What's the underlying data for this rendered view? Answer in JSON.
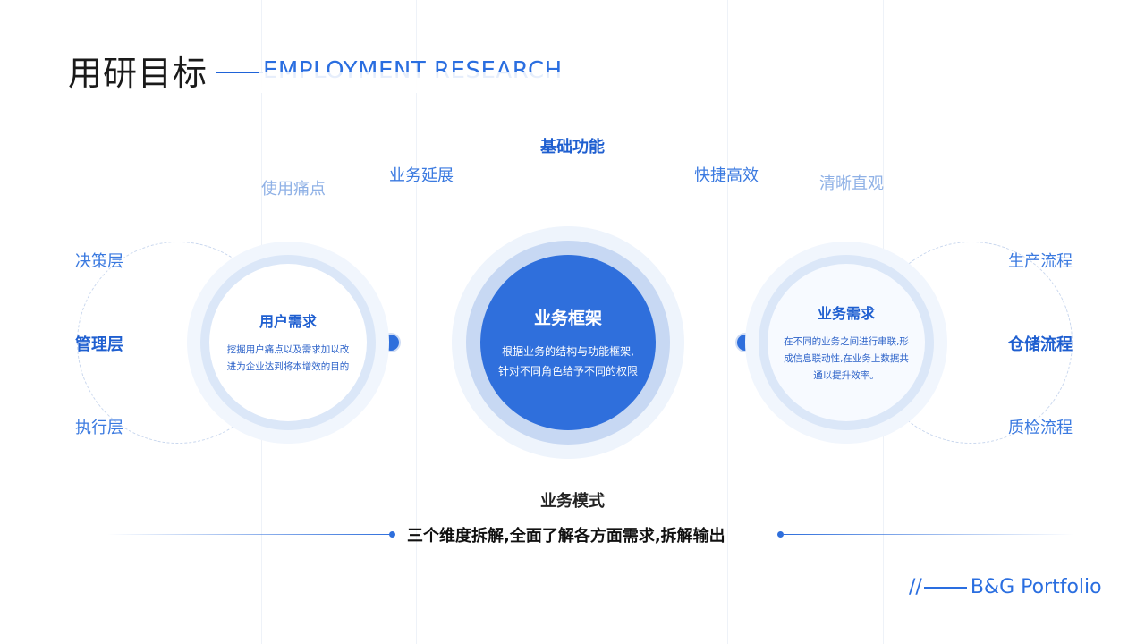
{
  "header": {
    "title_cn": "用研目标",
    "title_en": "EMPLOYMENT RESEARCH"
  },
  "tags_top": {
    "center": "基础功能",
    "left_inner": "业务延展",
    "left_outer": "使用痛点",
    "right_inner": "快捷高效",
    "right_outer": "清晰直观"
  },
  "tags_left": [
    "决策层",
    "管理层",
    "执行层"
  ],
  "tags_right": [
    "生产流程",
    "仓储流程",
    "质检流程"
  ],
  "left_node": {
    "title": "用户需求",
    "desc_line1": "挖掘用户痛点以及需求加以改",
    "desc_line2": "进为企业达到将本增效的目的"
  },
  "center_node": {
    "title": "业务框架",
    "desc_line1": "根据业务的结构与功能框架,",
    "desc_line2": "针对不同角色给予不同的权限"
  },
  "right_node": {
    "title": "业务需求",
    "desc_line1": "在不同的业务之间进行串联,形",
    "desc_line2": "成信息联动性,在业务上数据共",
    "desc_line3": "通以提升效率。"
  },
  "bottom": {
    "title": "业务模式",
    "text": "三个维度拆解,全面了解各方面需求,拆解输出"
  },
  "brand": {
    "prefix": "//",
    "name": "B&G Portfolio"
  },
  "colors": {
    "primary": "#2f6fdc",
    "light_ring": "#dbe7f8",
    "text_light": "#8fb1e6"
  }
}
